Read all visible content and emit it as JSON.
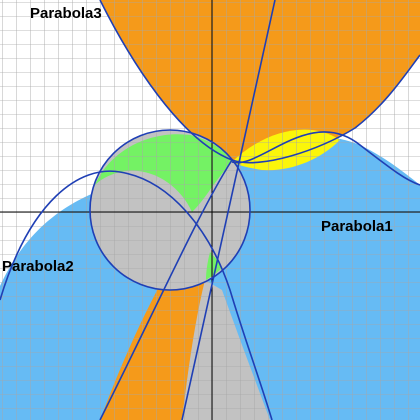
{
  "labels": {
    "parabola1": "Parabola1",
    "parabola2": "Parabola2",
    "parabola3": "Parabola3"
  },
  "colors": {
    "grid": "#a8a8a8",
    "axis": "#000000",
    "curve": "#1f3fb5",
    "parabola1_fill": "#66bbf4",
    "parabola3_fill": "#f59a1a",
    "circle_fill": "#c2c2c2",
    "green_region": "#74f264",
    "yellow_region": "#fbf60a"
  }
}
